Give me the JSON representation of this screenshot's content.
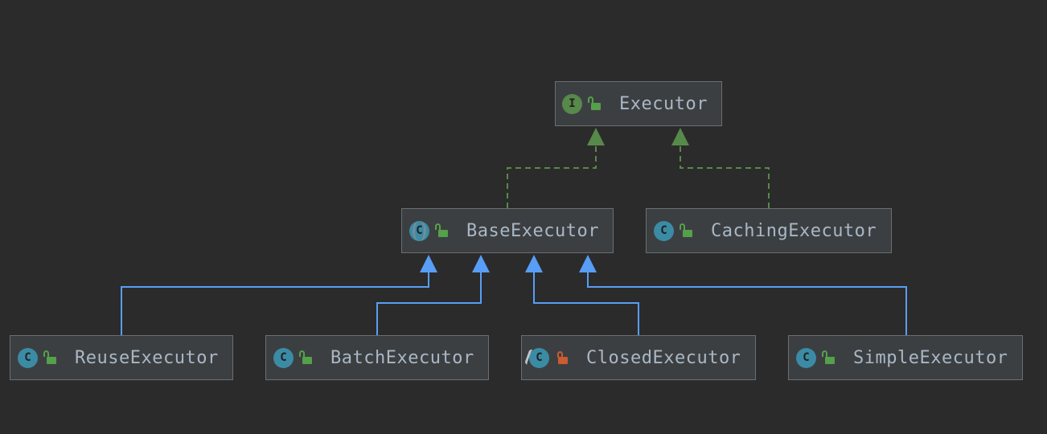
{
  "colors": {
    "background": "#2b2b2b",
    "node_fill": "#3c3f41",
    "node_border": "#6b6f71",
    "text": "#a9b7c6",
    "implements_edge": "#57894a",
    "extends_edge": "#589df6",
    "interface_badge": "#57894a",
    "class_badge": "#3b8ba5",
    "open_lock": "#55a04a",
    "closed_lock": "#cc5a32"
  },
  "nodes": [
    {
      "id": "executor",
      "name": "Executor",
      "kind": "interface",
      "badge_letter": "I",
      "access_icon": "unlocked-icon"
    },
    {
      "id": "base",
      "name": "BaseExecutor",
      "kind": "abstract",
      "badge_letter": "C",
      "access_icon": "unlocked-icon"
    },
    {
      "id": "caching",
      "name": "CachingExecutor",
      "kind": "class",
      "badge_letter": "C",
      "access_icon": "unlocked-icon"
    },
    {
      "id": "reuse",
      "name": "ReuseExecutor",
      "kind": "class",
      "badge_letter": "C",
      "access_icon": "unlocked-icon"
    },
    {
      "id": "batch",
      "name": "BatchExecutor",
      "kind": "class",
      "badge_letter": "C",
      "access_icon": "unlocked-icon"
    },
    {
      "id": "closed",
      "name": "ClosedExecutor",
      "kind": "final-class",
      "badge_letter": "C",
      "access_icon": "locked-icon"
    },
    {
      "id": "simple",
      "name": "SimpleExecutor",
      "kind": "class",
      "badge_letter": "C",
      "access_icon": "unlocked-icon"
    }
  ],
  "edges": [
    {
      "from": "base",
      "to": "executor",
      "type": "implements"
    },
    {
      "from": "caching",
      "to": "executor",
      "type": "implements"
    },
    {
      "from": "reuse",
      "to": "base",
      "type": "extends"
    },
    {
      "from": "batch",
      "to": "base",
      "type": "extends"
    },
    {
      "from": "closed",
      "to": "base",
      "type": "extends"
    },
    {
      "from": "simple",
      "to": "base",
      "type": "extends"
    }
  ]
}
